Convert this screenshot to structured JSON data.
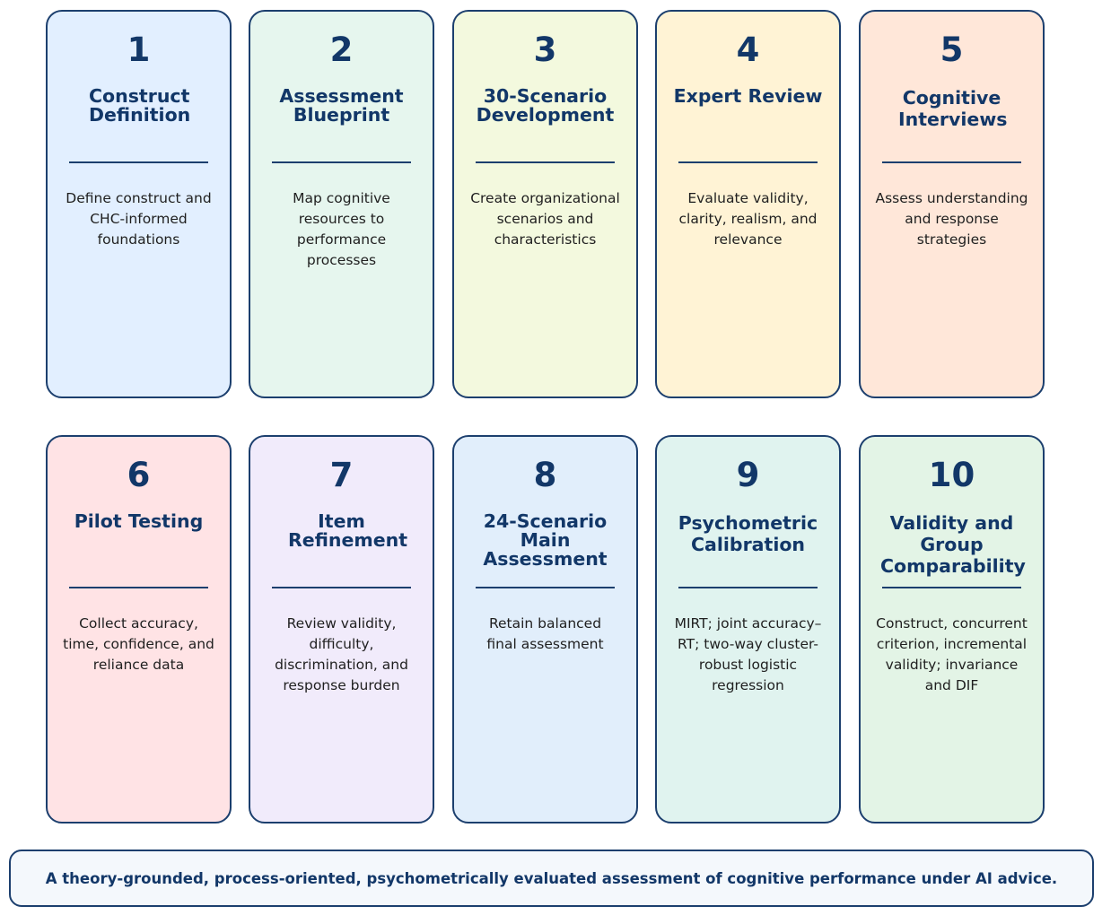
{
  "steps": [
    {
      "num": "1",
      "title": "Construct Definition",
      "desc": "Define construct and CHC-informed foundations",
      "fill": "#e2efff"
    },
    {
      "num": "2",
      "title": "Assessment Blueprint",
      "desc": "Map cognitive resources to performance processes",
      "fill": "#e6f6ee"
    },
    {
      "num": "3",
      "title": "30-Scenario Development",
      "desc": "Create organizational scenarios and characteristics",
      "fill": "#f3f9de"
    },
    {
      "num": "4",
      "title": "Expert Review",
      "desc": "Evaluate validity, clarity, realism, and relevance",
      "fill": "#fff3d5"
    },
    {
      "num": "5",
      "title": "Cognitive Interviews",
      "desc": "Assess understanding and response strategies",
      "fill": "#ffe7d9"
    },
    {
      "num": "6",
      "title": "Pilot Testing",
      "desc": "Collect accuracy, time, confidence, and reliance data",
      "fill": "#ffe3e5"
    },
    {
      "num": "7",
      "title": "Item Refinement",
      "desc": "Review validity, difficulty, discrimination, and response burden",
      "fill": "#f1ebfb"
    },
    {
      "num": "8",
      "title": "24-Scenario Main Assessment",
      "desc": "Retain balanced final assessment",
      "fill": "#e1eefb"
    },
    {
      "num": "9",
      "title": "Psychometric Calibration",
      "desc": "MIRT; joint accuracy–RT; two-way cluster-robust logistic regression",
      "fill": "#e0f3ef"
    },
    {
      "num": "10",
      "title": "Validity and Group Comparability",
      "desc": "Construct, concurrent criterion, incremental validity; invariance and DIF",
      "fill": "#e3f4e6"
    }
  ],
  "footer": {
    "text": "A theory-grounded, process-oriented, psychometrically evaluated assessment of cognitive performance under AI advice."
  }
}
